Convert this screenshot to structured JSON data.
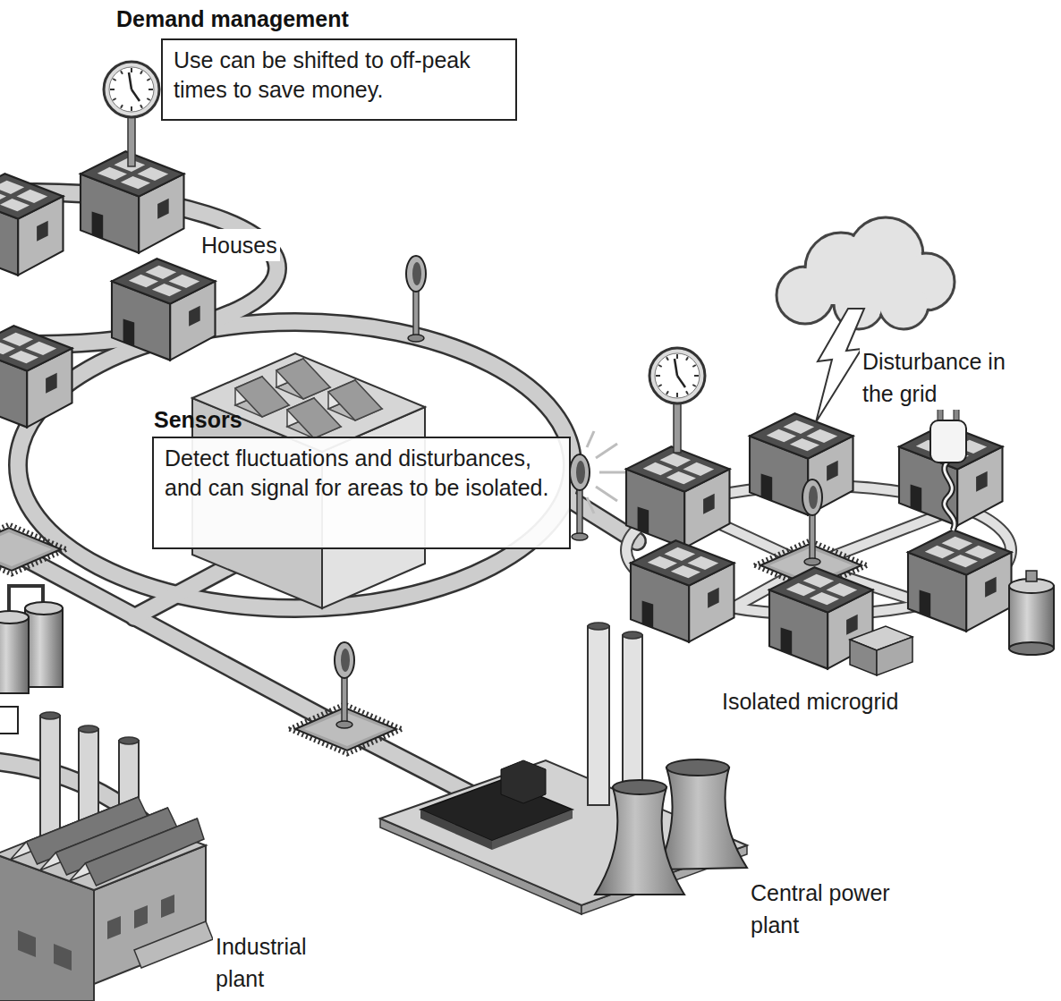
{
  "diagram": {
    "nodes": [
      {
        "text": [
          "Demand management",
          "Use can be shifted to off-peak times to save money."
        ]
      },
      {
        "text": [
          "Sensors",
          "Detect fluctuations and disturbances, and can signal for areas to be isolated."
        ]
      }
    ],
    "labels": [
      "Houses",
      "Disturbance in the grid",
      "Isolated microgrid",
      "Central power plant",
      "Industrial plant"
    ]
  }
}
